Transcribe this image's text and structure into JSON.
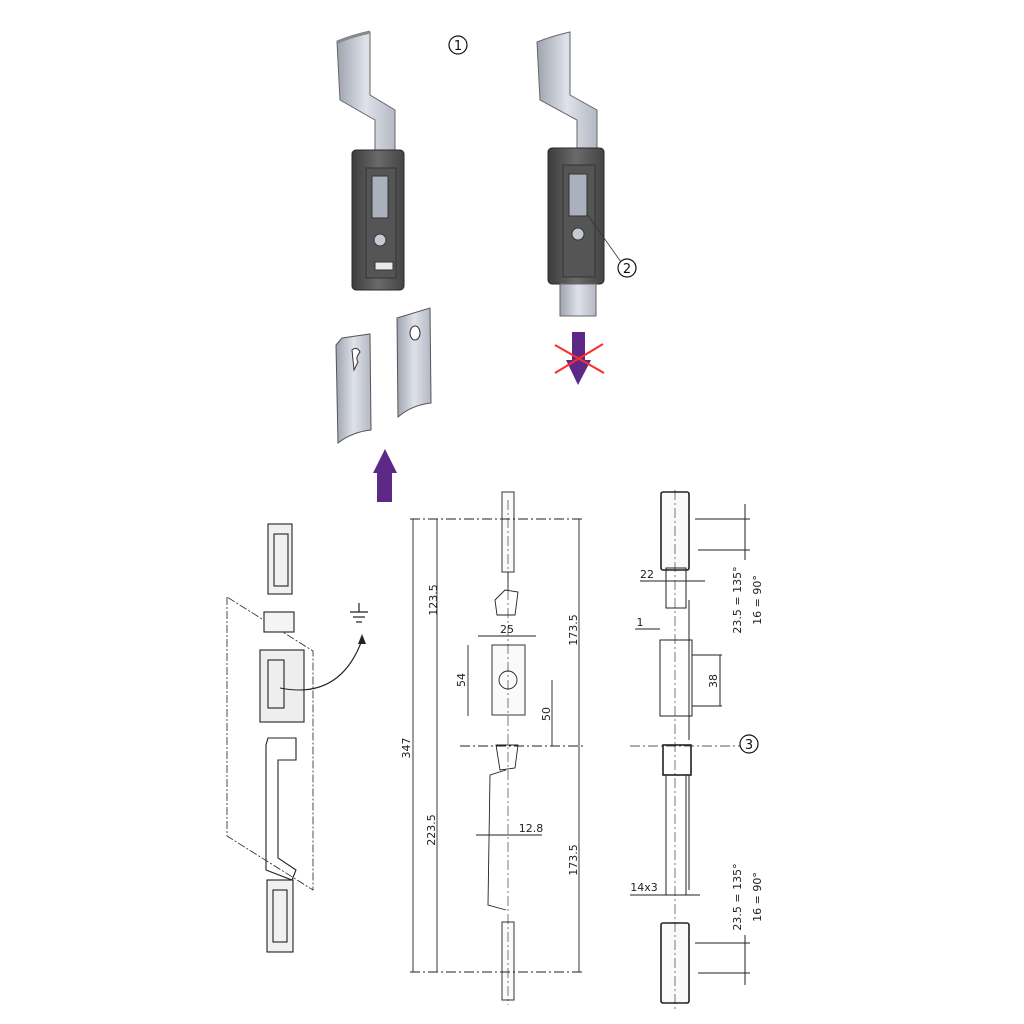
{
  "callouts": {
    "c1": "1",
    "c2": "2",
    "c3": "3"
  },
  "colors": {
    "arrow_purple": "#5c2a86",
    "cross_red": "#ff2a2a",
    "housing_dark": "#4a4a4a",
    "metal_light": "#c9ccd6",
    "line": "#222222"
  },
  "icons": {
    "arrow_up": "arrow-up-icon",
    "arrow_down_crossed": "arrow-down-crossed-icon",
    "ground": "ground-symbol-icon"
  },
  "front_view": {
    "dims": {
      "d123_5": "123.5",
      "d173_5_top": "173.5",
      "d25": "25",
      "d54": "54",
      "d50": "50",
      "d347": "347",
      "d223_5": "223.5",
      "d12_8": "12.8",
      "d173_5_bottom": "173.5"
    }
  },
  "side_view": {
    "dims": {
      "d22": "22",
      "d1": "1",
      "d38": "38",
      "d14x3": "14x3",
      "top_eq_a": "23.5 = 135°",
      "top_eq_b": "16 = 90°",
      "bot_eq_a": "23.5 = 135°",
      "bot_eq_b": "16 = 90°"
    }
  }
}
